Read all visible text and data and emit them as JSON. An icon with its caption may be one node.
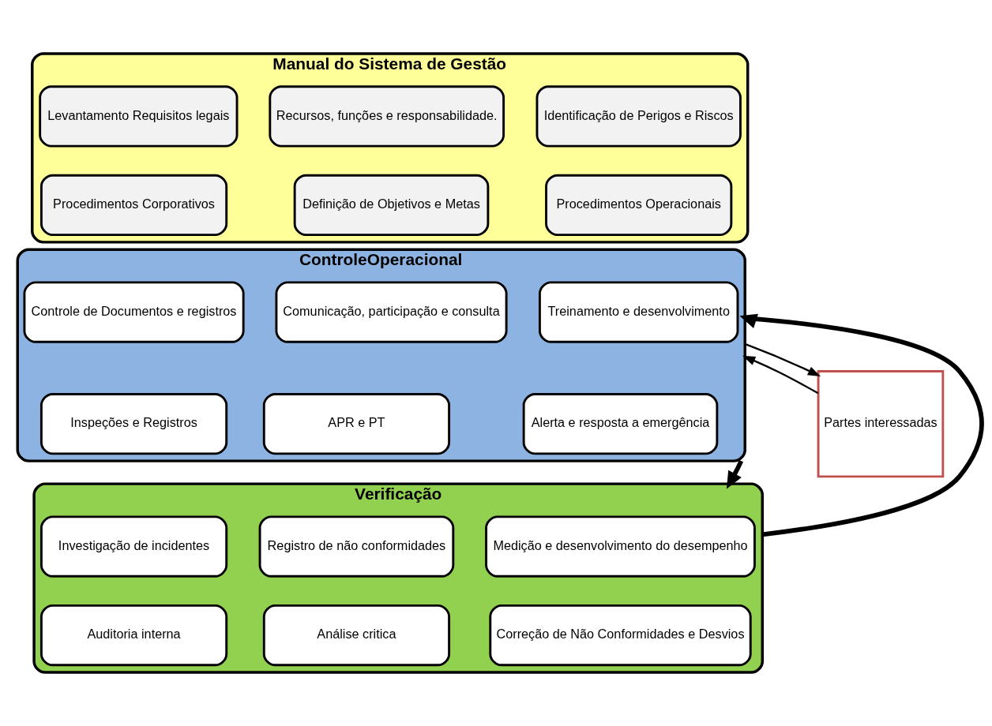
{
  "diagram": {
    "nodes": [
      {
        "text": [
          "Manual do Sistema de Gestão"
        ]
      },
      {
        "text": [
          "Identificação de Perigos e Riscos"
        ],
        "in": 0
      },
      {
        "text": [
          "Levantamento Requisitos legais"
        ],
        "in": 0
      },
      {
        "text": [
          "Recursos, funções e responsabilidade."
        ],
        "in": 0
      },
      {
        "text": [
          "Procedimentos Operacionais"
        ],
        "in": 0
      },
      {
        "text": [
          "Procedimentos Corporativos"
        ],
        "in": 0
      },
      {
        "text": [
          "Definição de Objetivos e Metas"
        ],
        "in": 0
      },
      {
        "text": [
          "ControleOperacional"
        ]
      },
      {
        "text": [
          "Treinamento e desenvolvimento"
        ],
        "in": 7
      },
      {
        "text": [
          "Controle de Documentos e registros"
        ],
        "in": 7
      },
      {
        "text": [
          "Comunicação, participação e consulta"
        ],
        "in": 7
      },
      {
        "text": [
          "Alerta e resposta a emergência"
        ],
        "in": 7
      },
      {
        "text": [
          "Inspeções e Registros"
        ],
        "in": 7
      },
      {
        "text": [
          "APR e PT"
        ],
        "in": 7
      },
      {
        "text": [
          "Verificação"
        ]
      },
      {
        "text": [
          "Medição e desenvolvimento do desempenho"
        ],
        "in": 14
      },
      {
        "text": [
          "Investigação de incidentes"
        ],
        "in": 14
      },
      {
        "text": [
          "Registro de não conformidades"
        ],
        "in": 14
      },
      {
        "text": [
          "Correção de Não Conformidades e Desvios"
        ],
        "in": 14
      },
      {
        "text": [
          "Auditoria interna"
        ],
        "in": 14
      },
      {
        "text": [
          "Análise critica"
        ],
        "in": 14
      },
      {
        "text": [
          "Partes interessadas"
        ]
      }
    ],
    "edges": [
      {
        "from": 21,
        "to": 7,
        "arrow": "to"
      },
      {
        "from": 7,
        "to": 21,
        "arrow": "to"
      },
      {
        "from": 7,
        "to": 14,
        "arrow": "to",
        "style": "thick"
      },
      {
        "from": 14,
        "to": 7,
        "arrow": "to",
        "style": "thick"
      }
    ]
  }
}
